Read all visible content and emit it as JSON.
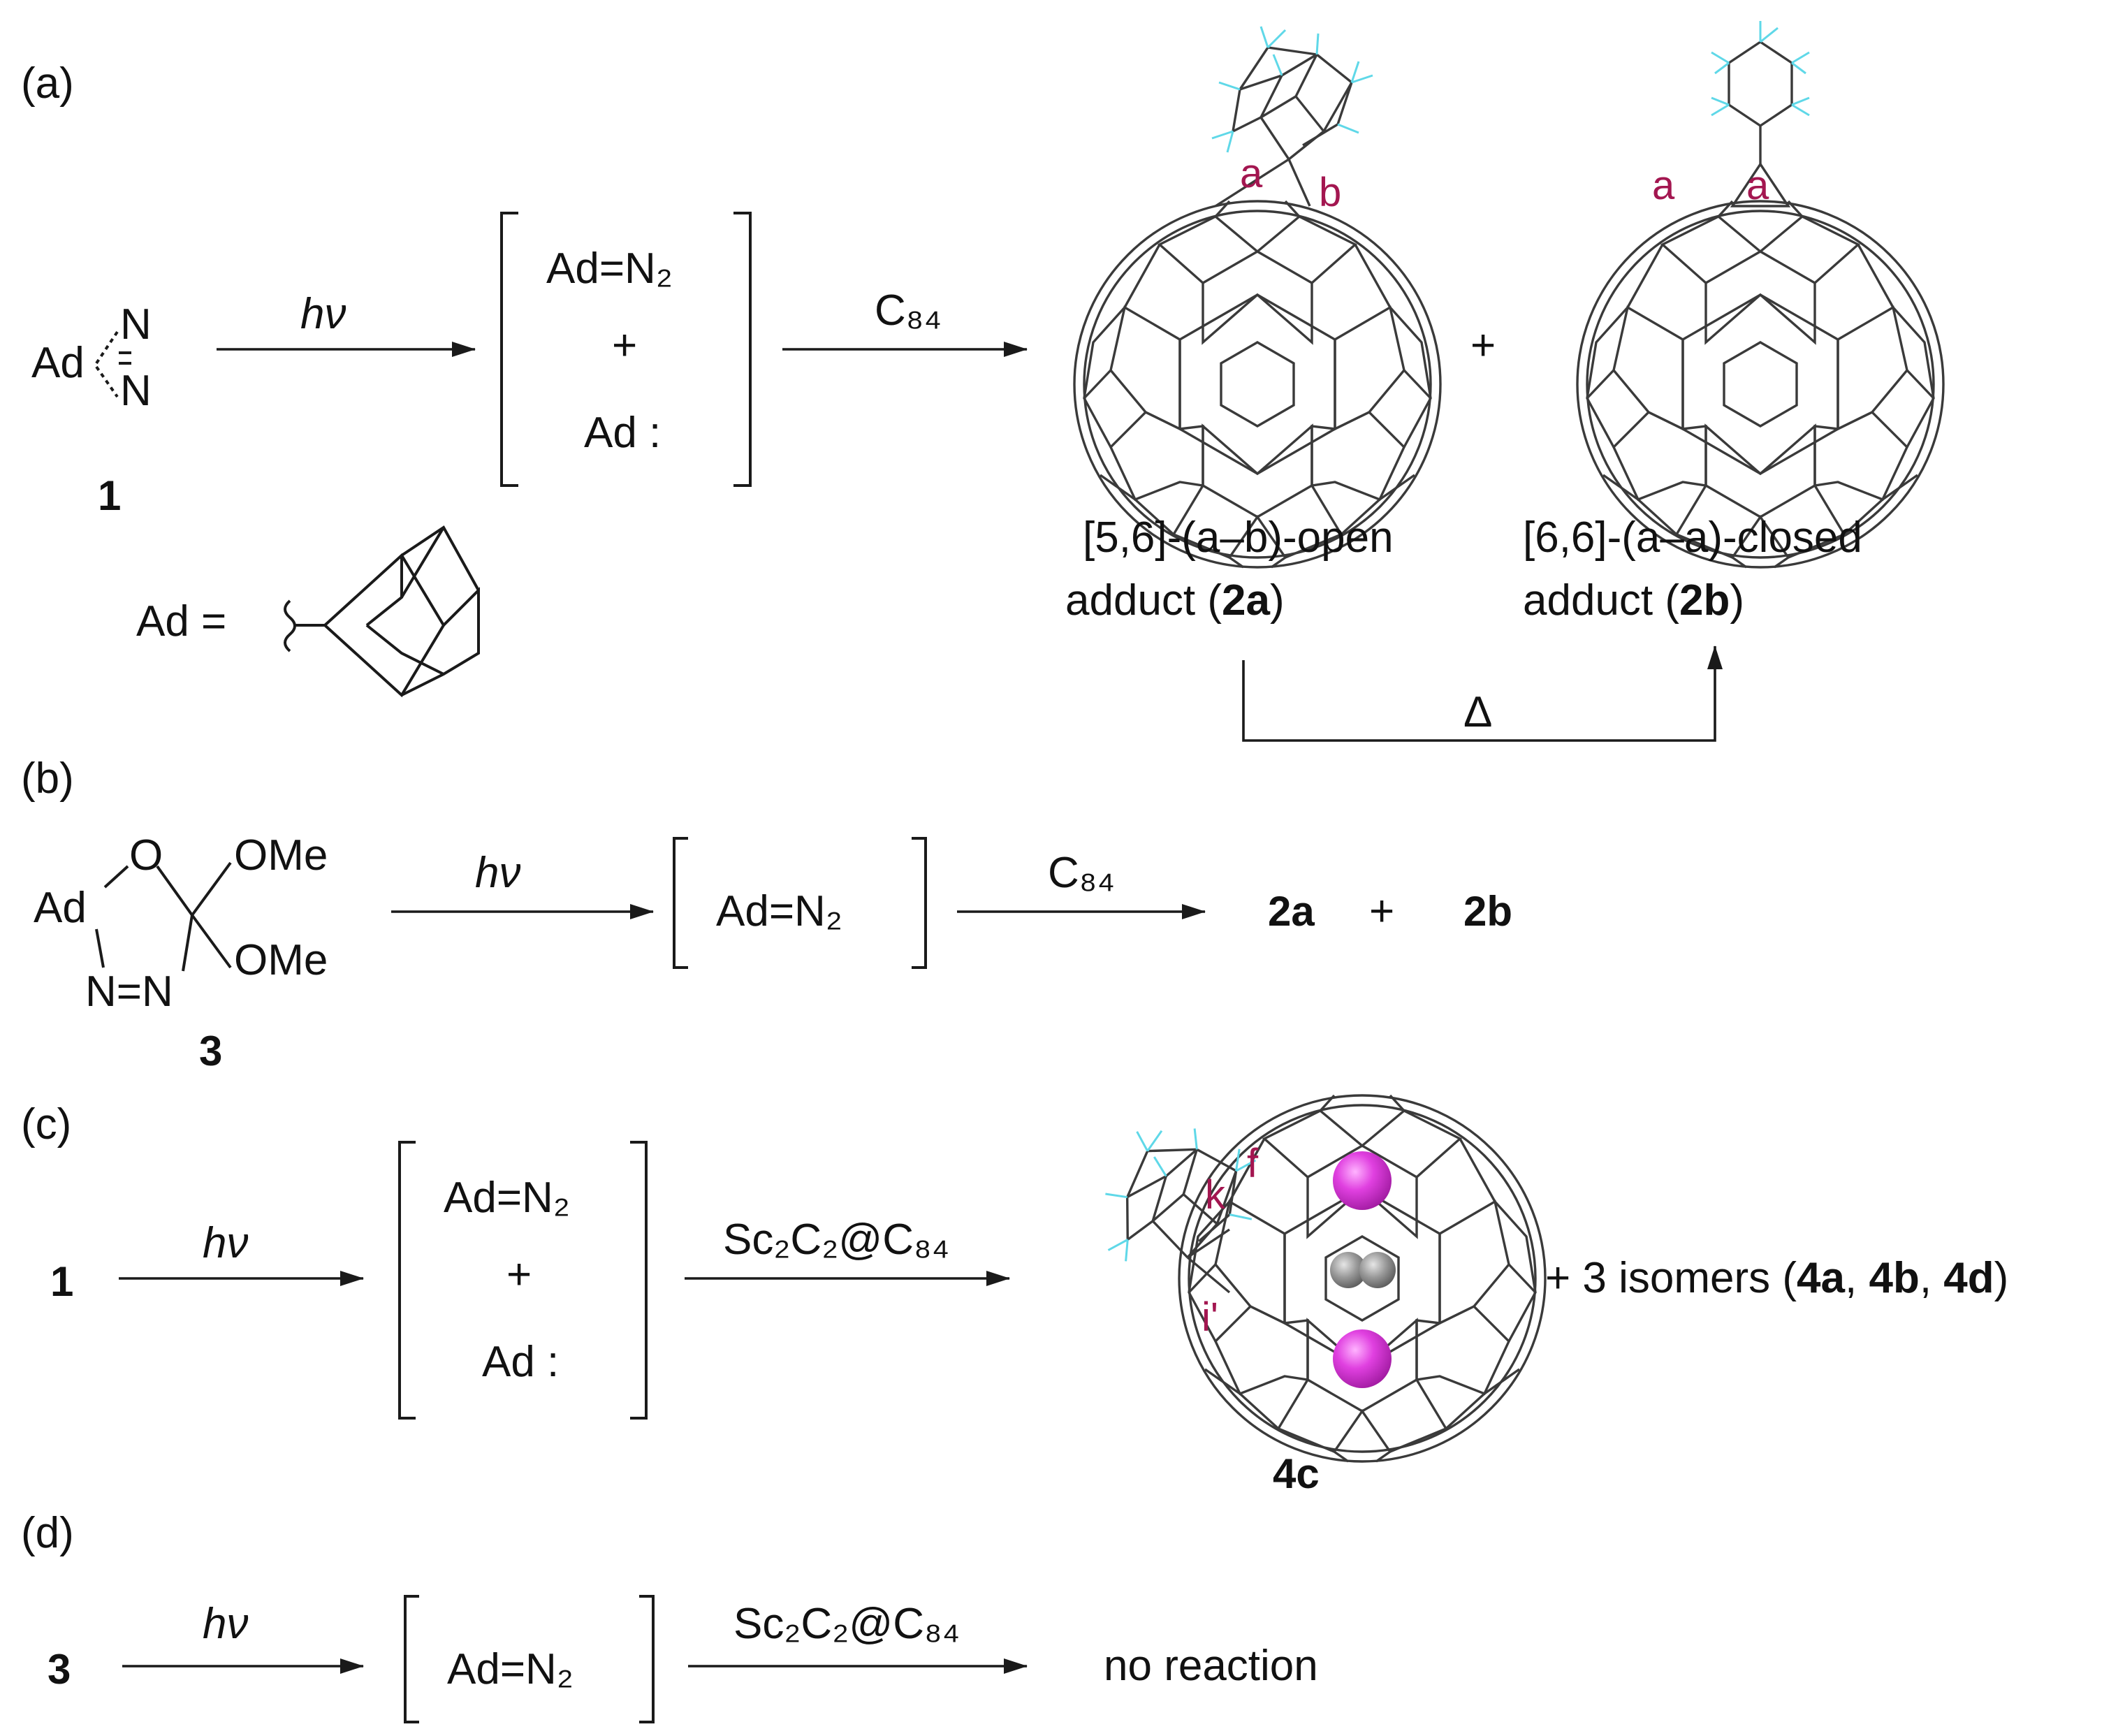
{
  "panels": {
    "a": {
      "tag": "(a)",
      "reactant_group": "Ad",
      "reactant_atoms": [
        "N",
        "N"
      ],
      "reactant_label": "1",
      "condition_1": "hν",
      "intermediate": [
        "Ad=N₂",
        "+",
        "Ad :"
      ],
      "condition_2": "C₈₄",
      "plus": "+",
      "product_1_lines": [
        "[5,6]-(a–b)-open",
        "adduct ("
      ],
      "product_1_label": "2a",
      "product_1_close": ")",
      "product_1_sites": [
        "a",
        "b"
      ],
      "product_2_lines": [
        "[6,6]-(a–a)-closed",
        "adduct ("
      ],
      "product_2_label": "2b",
      "product_2_close": ")",
      "product_2_sites": [
        "a",
        "a"
      ],
      "heat": "Δ",
      "ad_definition": "Ad ="
    },
    "b": {
      "tag": "(b)",
      "reactant_group": "Ad",
      "reactant_atoms": [
        "O",
        "OMe",
        "OMe",
        "N=N"
      ],
      "reactant_label": "3",
      "condition_1": "hν",
      "intermediate": "Ad=N₂",
      "condition_2": "C₈₄",
      "products": [
        "2a",
        "+",
        "2b"
      ]
    },
    "c": {
      "tag": "(c)",
      "reactant_label": "1",
      "condition_1": "hν",
      "intermediate": [
        "Ad=N₂",
        "+",
        "Ad :"
      ],
      "condition_2": "Sc₂C₂@C₈₄",
      "product_sites": [
        "k",
        "f",
        "i'"
      ],
      "product_label": "4c",
      "others_prefix": "+ 3  isomers (",
      "others": [
        "4a",
        "4b",
        "4d"
      ],
      "others_sep": ", ",
      "others_close": ")"
    },
    "d": {
      "tag": "(d)",
      "reactant_label": "3",
      "condition_1": "hν",
      "intermediate": "Ad=N₂",
      "condition_2": "Sc₂C₂@C₈₄",
      "result": "no reaction"
    }
  },
  "colors": {
    "site_label": "#a31650",
    "scandium": "#e040e0",
    "carbide_carbon": "#8a8a8a",
    "hydrogen": "#5fd8e8",
    "bond": "#1a1a1a"
  }
}
